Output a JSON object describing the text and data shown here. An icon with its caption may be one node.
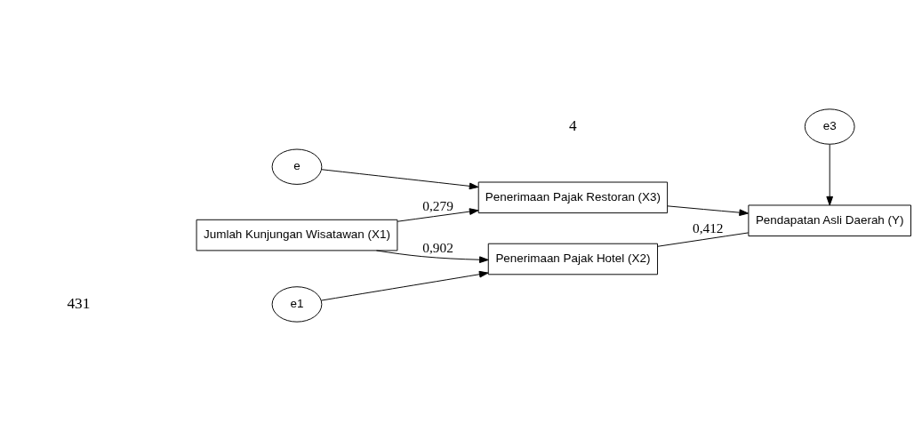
{
  "diagram": {
    "nodes": [
      {
        "text": [
          "Jumlah Kunjungan Wisatawan (X1)"
        ]
      },
      {
        "text": [
          "e1"
        ]
      },
      {
        "text": [
          "Penerimaan Pajak Hotel (X2)"
        ]
      },
      {
        "text": [
          "e3"
        ]
      },
      {
        "text": [
          "Pendapatan Asli Daerah (Y)"
        ]
      },
      {
        "text": [
          "Penerimaan Pajak Restoran (X3)"
        ]
      },
      {
        "text": [
          "e"
        ]
      }
    ],
    "edges": [
      {
        "from": 0,
        "to": 2,
        "arrow": "to",
        "label": "0,902"
      },
      {
        "from": 1,
        "to": 2,
        "arrow": "to"
      },
      {
        "from": 2,
        "to": 4,
        "arrow": "none",
        "label": "0,412"
      },
      {
        "from": 3,
        "to": 4,
        "arrow": "to"
      },
      {
        "from": 0,
        "to": 5,
        "arrow": "to",
        "label": "0,279"
      },
      {
        "from": 5,
        "to": 4,
        "arrow": "to"
      },
      {
        "from": 6,
        "to": 5,
        "arrow": "to"
      }
    ],
    "labels": [
      "431",
      "4"
    ]
  }
}
